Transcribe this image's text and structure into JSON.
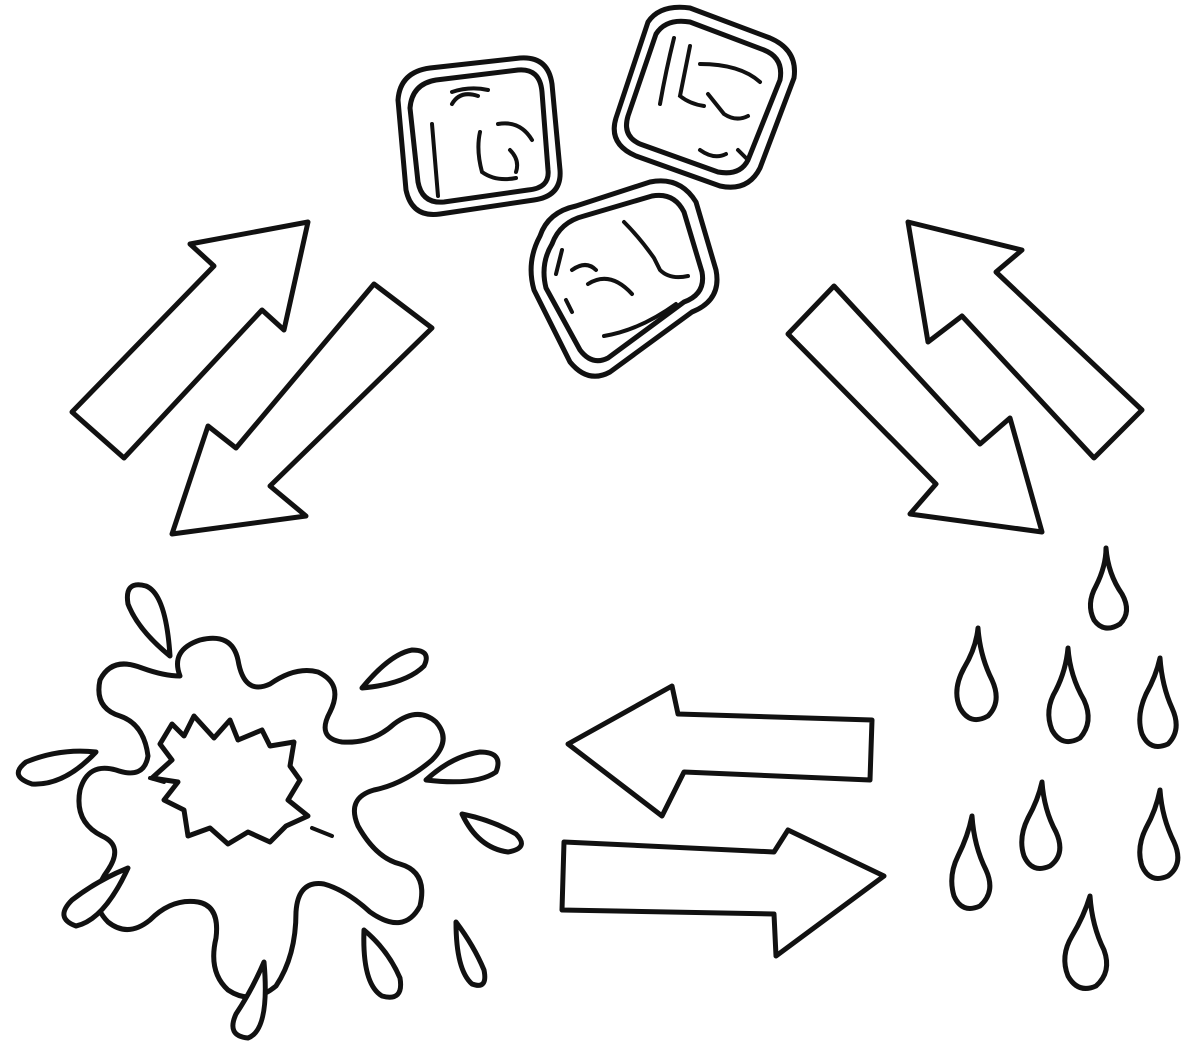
{
  "diagram": {
    "states": [
      "ice-cubes",
      "water-splash",
      "water-droplets"
    ],
    "transitions": [
      {
        "from": "water-splash",
        "to": "ice-cubes"
      },
      {
        "from": "ice-cubes",
        "to": "water-splash"
      },
      {
        "from": "ice-cubes",
        "to": "water-droplets"
      },
      {
        "from": "water-droplets",
        "to": "ice-cubes"
      },
      {
        "from": "water-droplets",
        "to": "water-splash"
      },
      {
        "from": "water-splash",
        "to": "water-droplets"
      }
    ]
  },
  "colors": {
    "ink": "#111111",
    "background": "#ffffff"
  }
}
